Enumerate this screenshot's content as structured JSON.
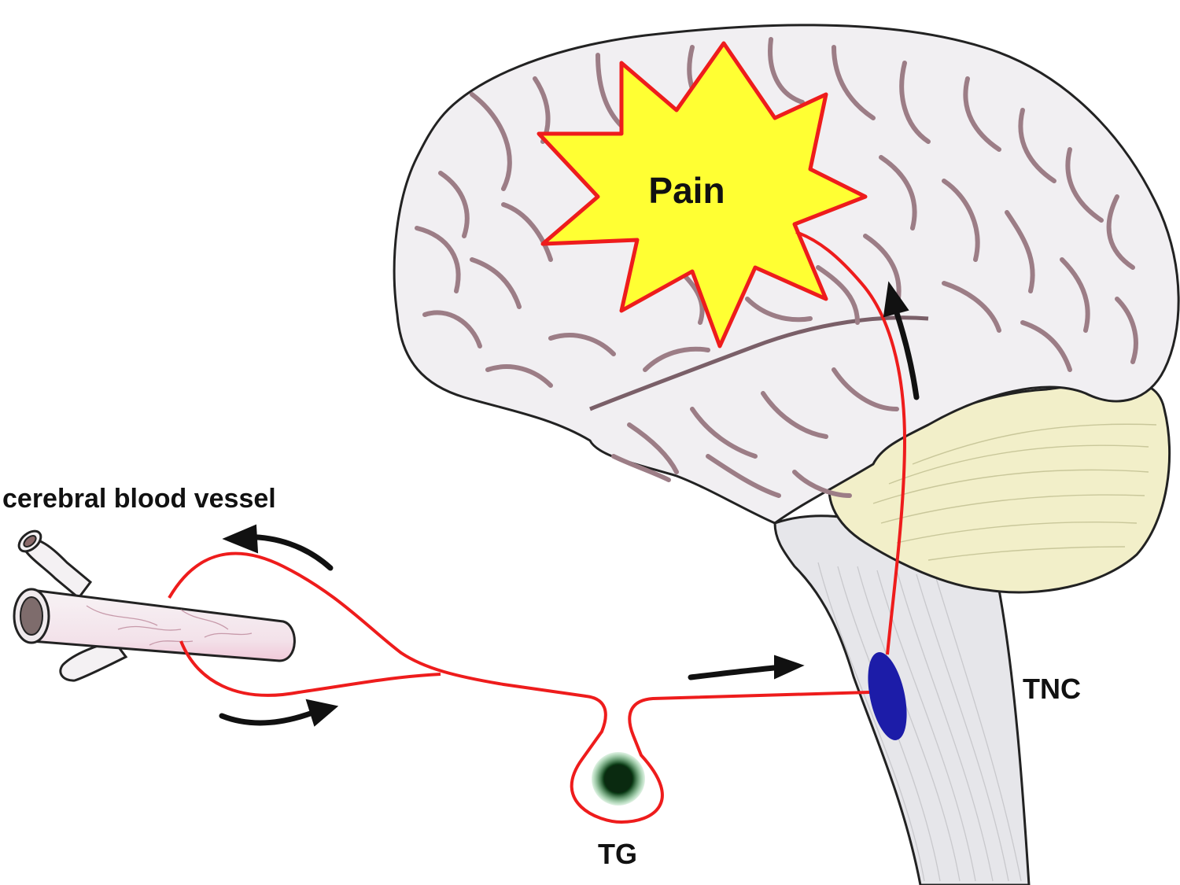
{
  "labels": {
    "pain": "Pain",
    "vessel": "cerebral blood vessel",
    "tnc": "TNC",
    "tg": "TG"
  },
  "colors": {
    "nerve": "#ee1c1c",
    "pain_fill": "#ffff33",
    "cortex": "#f1eff2",
    "sulci": "#9c7d86",
    "cerebellum": "#f2efc9",
    "brainstem": "#e6e6ea",
    "tnc_nucleus": "#1c1ca8",
    "tg_ganglion": "#0a3a14",
    "vessel": "#f4edf0",
    "arrow": "#111111"
  }
}
